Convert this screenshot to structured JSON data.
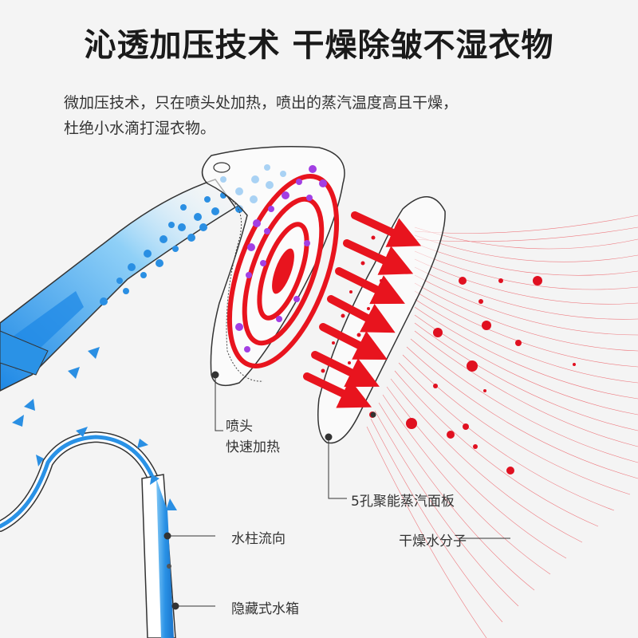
{
  "header": {
    "title": "沁透加压技术 干燥除皱不湿衣物",
    "description_line1": "微加压技术，只在喷头处加热，喷出的蒸汽温度高且干燥，",
    "description_line2": "杜绝小水滴打湿衣物。"
  },
  "labels": {
    "nozzle_line1": "喷头",
    "nozzle_line2": "快速加热",
    "panel": "5孔聚能蒸汽面板",
    "dry_molecules": "干燥水分子",
    "water_flow": "水柱流向",
    "tank": "隐藏式水箱"
  },
  "colors": {
    "background": "#f4f4f4",
    "water_blue": "#1e8fe0",
    "heat_red": "#e8141e",
    "purple_dots": "#9b3de0",
    "text": "#1a1a1a"
  }
}
